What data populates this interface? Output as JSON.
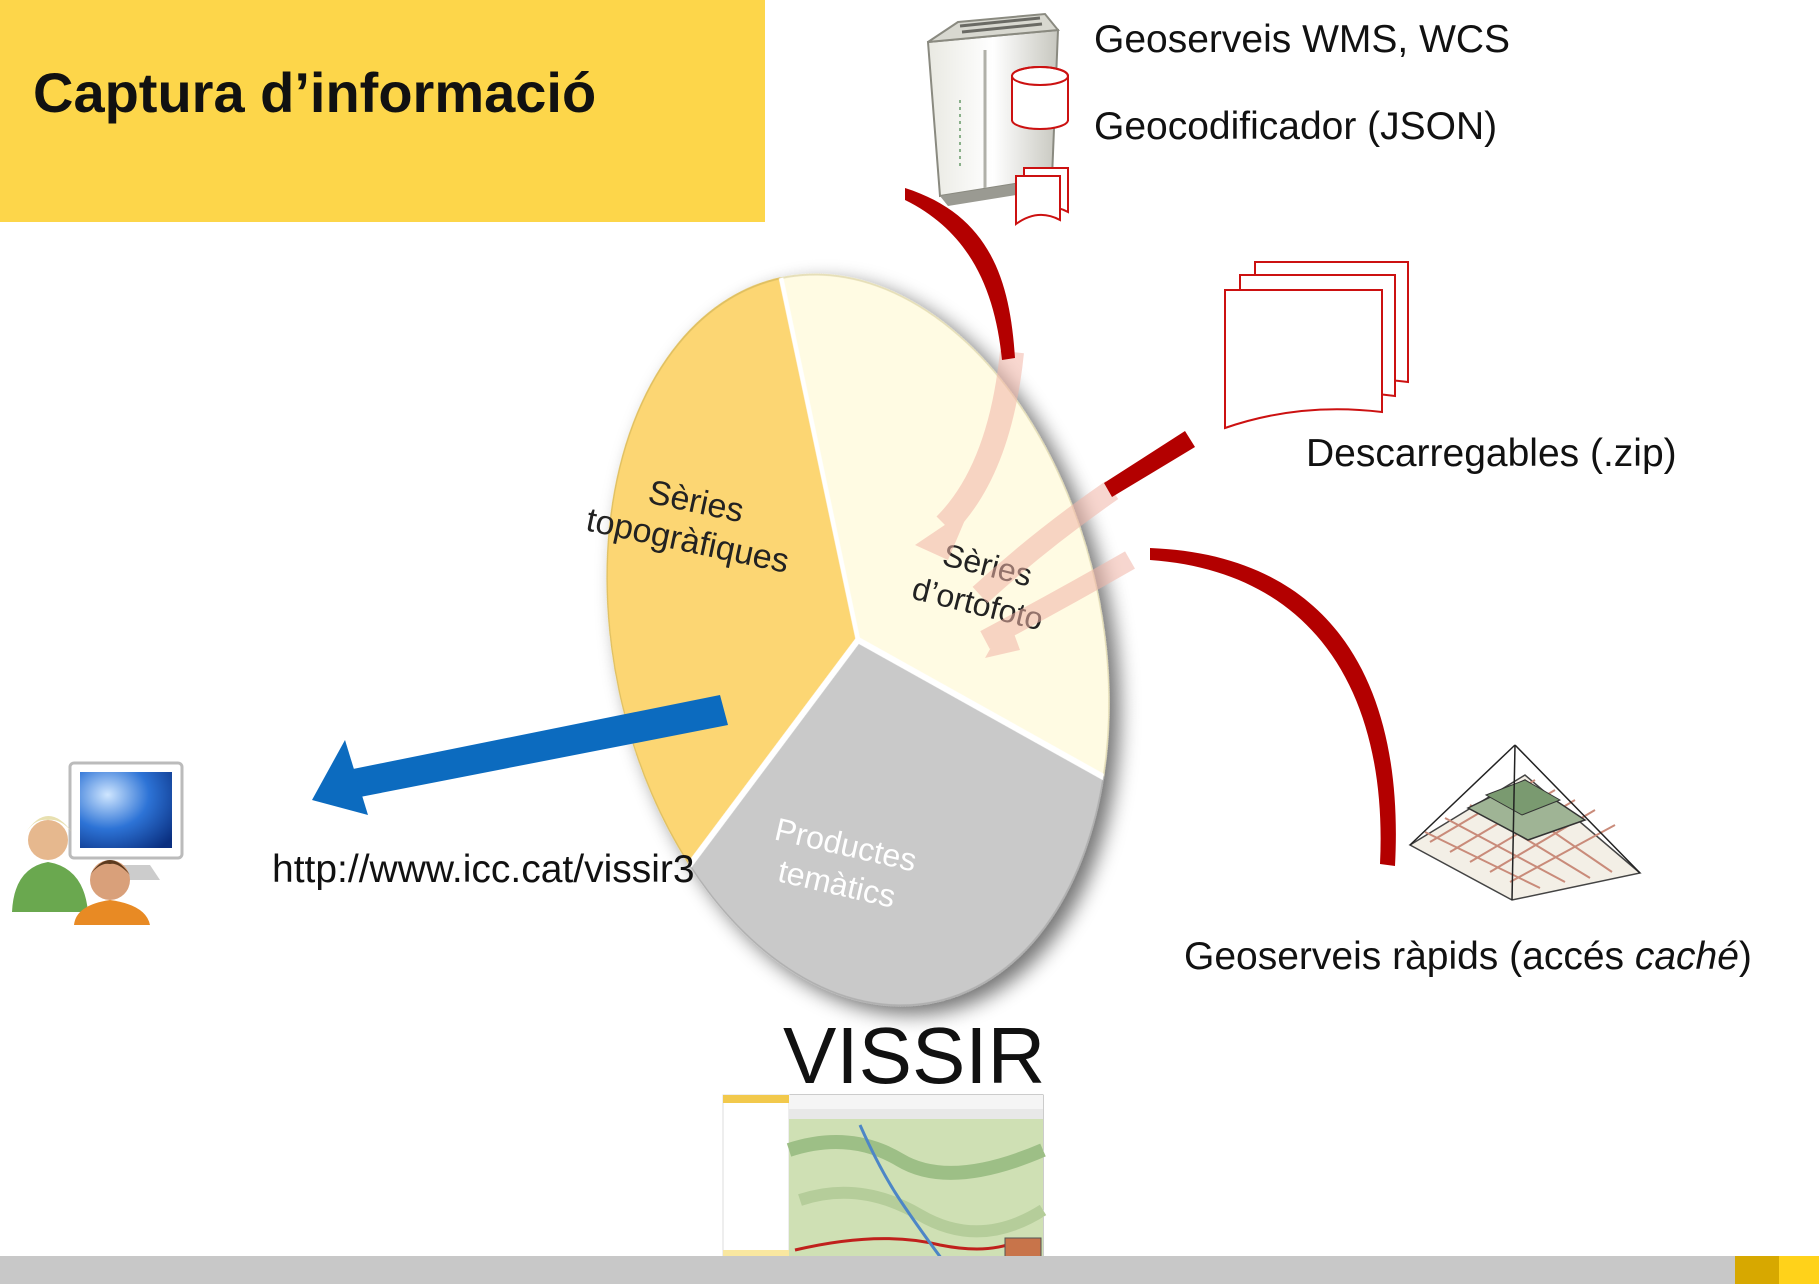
{
  "title": "Captura d’informació",
  "sources": {
    "geoserveis_wms": "Geoserveis WMS, WCS",
    "geocodificador": "Geocodificador  (JSON)",
    "descarregables": "Descarregables (.zip)",
    "rapids_prefix": "Geoserveis ràpids (accés ",
    "rapids_italic": "caché",
    "rapids_suffix": ")"
  },
  "pie": {
    "segments": [
      {
        "line1": "Sèries",
        "line2": "topogràfiques",
        "color": "#fcd673"
      },
      {
        "line1": "Sèries",
        "line2": "d’ortofoto",
        "color": "#fffbe3"
      },
      {
        "line1": "Productes",
        "line2": "temàtics",
        "color": "#c9c9c9"
      }
    ]
  },
  "url": "http://www.icc.cat/vissir3",
  "vissir": "VISSIR",
  "colors": {
    "title_bg": "#fdd64a",
    "arrow_red": "#b30000",
    "arrow_blue": "#0c6bbf"
  },
  "icons": [
    "server-icon",
    "documents-icon",
    "tile-pyramid-icon",
    "users-computer-icon",
    "vissir-screenshot-icon"
  ]
}
